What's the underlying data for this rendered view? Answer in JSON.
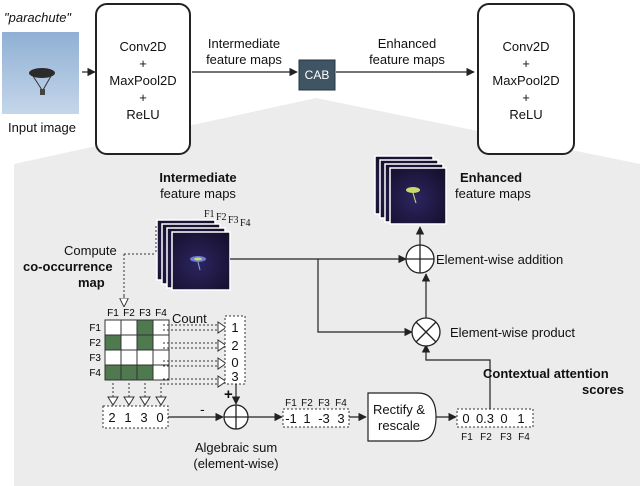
{
  "input": {
    "label": "\"parachute\"",
    "caption": "Input image"
  },
  "block_left": {
    "line1": "Conv2D",
    "plus1": "+",
    "line2": "MaxPool2D",
    "plus2": "+",
    "line3": "ReLU"
  },
  "block_right": {
    "line1": "Conv2D",
    "plus1": "+",
    "line2": "MaxPool2D",
    "plus2": "+",
    "line3": "ReLU"
  },
  "top_arrows": {
    "intermediate_line1": "Intermediate",
    "intermediate_line2": "feature maps",
    "enhanced_line1": "Enhanced",
    "enhanced_line2": "feature maps"
  },
  "cab_label": "CAB",
  "detail": {
    "intermediate_bold": "Intermediate",
    "intermediate_rest": "feature maps",
    "enhanced_bold": "Enhanced",
    "enhanced_rest": "feature maps",
    "stack_labels": [
      "F1",
      "F2",
      "F3",
      "F4"
    ],
    "compute_line1": "Compute",
    "compute_bold1": "co-occurrence",
    "compute_bold2": "map",
    "matrix_col_labels": [
      "F1",
      "F2",
      "F3",
      "F4"
    ],
    "matrix_row_labels": [
      "F1",
      "F2",
      "F3",
      "F4"
    ],
    "matrix": [
      [
        0,
        0,
        1,
        0
      ],
      [
        1,
        0,
        1,
        0
      ],
      [
        0,
        0,
        0,
        0
      ],
      [
        1,
        1,
        1,
        0
      ]
    ],
    "count_label": "Count",
    "counts": [
      "1",
      "2",
      "0",
      "3"
    ],
    "row_vector": [
      "2",
      "1",
      "3",
      "0"
    ],
    "minus_sign": "-",
    "plus_sign": "+",
    "algebraic_line1": "Algebraic sum",
    "algebraic_line2": "(element-wise)",
    "sum_labels": [
      "F1",
      "F2",
      "F3",
      "F4"
    ],
    "sum_values": [
      "-1",
      "1",
      "-3",
      "3"
    ],
    "rectify_line1": "Rectify &",
    "rectify_line2": "rescale",
    "scores_values": [
      "0",
      "0.3",
      "0",
      "1"
    ],
    "scores_labels": [
      "F1",
      "F2",
      "F3",
      "F4"
    ],
    "scores_bold1": "Contextual attention",
    "scores_bold2": "scores",
    "product_label": "Element-wise product",
    "addition_label": "Element-wise addition"
  },
  "colors": {
    "panel": "#ececec",
    "matrix_fill": "#4f7a4f",
    "cab_fill": "#3f5564",
    "feature_dark": "#1e1636",
    "feature_accent": "#c9d96a"
  }
}
